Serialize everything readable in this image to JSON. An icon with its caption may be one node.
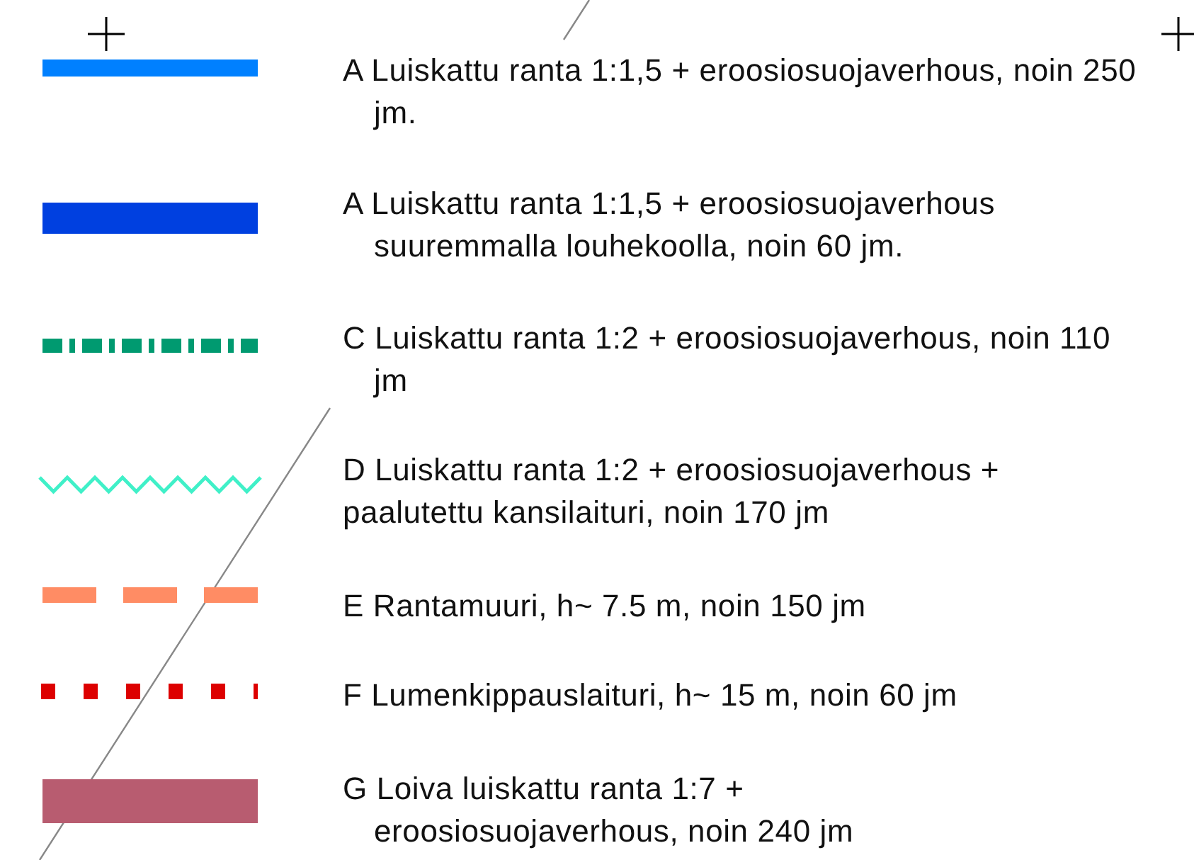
{
  "diagram": {
    "legend": [
      {
        "text": "A Luiskattu ranta 1:1,5 + eroosiosuojaverhous, noin 250 jm.",
        "color": "#0080ff"
      },
      {
        "text": "A Luiskattu ranta 1:1,5 + eroosiosuojaverhous suuremmalla louhekoolla, noin 60 jm.",
        "color": "#0040e0"
      },
      {
        "text": "C Luiskattu ranta 1:2 + eroosiosuojaverhous, noin 110 jm"
      },
      {
        "text": "D Luiskattu ranta 1:2 + eroosiosuojaverhous + paalutettu kansilaituri, noin 170 jm"
      },
      {
        "text": "E Rantamuuri, h~ 7.5 m, noin 150 jm"
      },
      {
        "text": "F Lumenkippauslaituri, h~ 15 m, noin 60 jm"
      },
      {
        "text": "G Loiva luiskattu ranta 1:7 + eroosiosuojaverhous, noin 240 jm",
        "color": "#b85c70"
      }
    ]
  }
}
